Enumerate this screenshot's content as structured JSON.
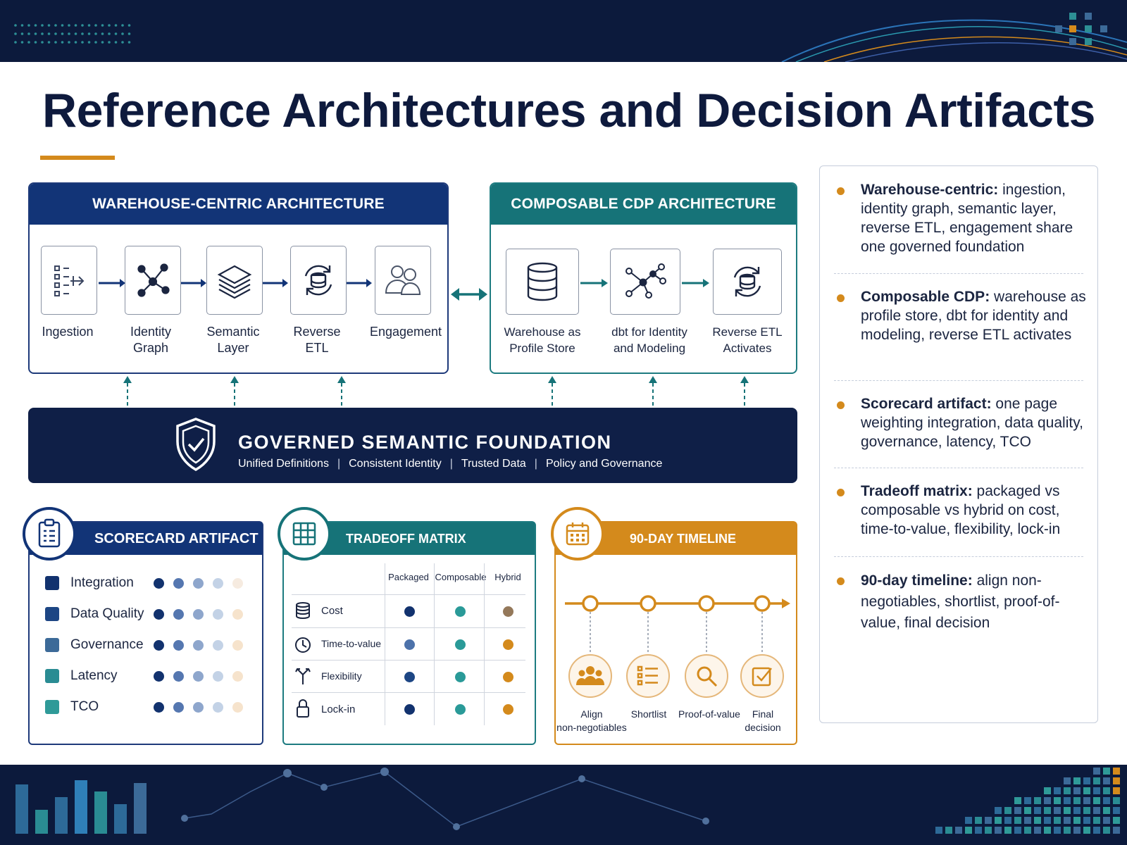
{
  "title": "Reference Architectures and Decision Artifacts",
  "colors": {
    "navy": "#123477",
    "teal": "#167378",
    "gold": "#d48a1c",
    "dark": "#0f1f47"
  },
  "warehouse": {
    "title": "WAREHOUSE-CENTRIC ARCHITECTURE",
    "steps": [
      {
        "label": "Ingestion",
        "icon": "ingestion-icon"
      },
      {
        "label": "Identity\nGraph",
        "icon": "graph-icon"
      },
      {
        "label": "Semantic\nLayer",
        "icon": "layers-icon"
      },
      {
        "label": "Reverse\nETL",
        "icon": "sync-db-icon"
      },
      {
        "label": "Engagement",
        "icon": "users-icon"
      }
    ]
  },
  "composable": {
    "title": "COMPOSABLE CDP ARCHITECTURE",
    "steps": [
      {
        "label": "Warehouse as\nProfile Store",
        "icon": "database-icon"
      },
      {
        "label": "dbt for Identity\nand Modeling",
        "icon": "graph-icon"
      },
      {
        "label": "Reverse ETL\nActivates",
        "icon": "sync-db-icon"
      }
    ]
  },
  "foundation": {
    "title": "GOVERNED SEMANTIC FOUNDATION",
    "items": [
      "Unified Definitions",
      "Consistent Identity",
      "Trusted Data",
      "Policy and Governance"
    ]
  },
  "scorecard": {
    "title": "SCORECARD ARTIFACT",
    "rows": [
      {
        "name": "Integration",
        "color": "#12326e"
      },
      {
        "name": "Data Quality",
        "color": "#1d4684"
      },
      {
        "name": "Governance",
        "color": "#3c6a98"
      },
      {
        "name": "Latency",
        "color": "#2a8c93"
      },
      {
        "name": "TCO",
        "color": "#2f9a98"
      }
    ],
    "dot_colors": [
      "#12326e",
      "#5577b0",
      "#8ea6cc",
      "#c3d2e6",
      "#f6e7d6"
    ]
  },
  "matrix": {
    "title": "TRADEOFF MATRIX",
    "columns": [
      "Packaged",
      "Composable",
      "Hybrid"
    ],
    "rows": [
      {
        "label": "Cost",
        "icon": "database-icon",
        "colors": [
          "#12326e",
          "#2a9a98",
          "#94785a"
        ]
      },
      {
        "label": "Time-to-value",
        "icon": "clock-icon",
        "colors": [
          "#4d72aa",
          "#2a9a98",
          "#d48a1c"
        ]
      },
      {
        "label": "Flexibility",
        "icon": "branch-icon",
        "colors": [
          "#1d4684",
          "#2a9a98",
          "#d48a1c"
        ]
      },
      {
        "label": "Lock-in",
        "icon": "lock-icon",
        "colors": [
          "#12326e",
          "#2a9a98",
          "#d48a1c"
        ]
      }
    ]
  },
  "timeline": {
    "title": "90-DAY TIMELINE",
    "steps": [
      {
        "label": "Align\nnon-negotiables",
        "icon": "team-icon"
      },
      {
        "label": "Shortlist",
        "icon": "list-icon"
      },
      {
        "label": "Proof-of-value",
        "icon": "magnifier-icon"
      },
      {
        "label": "Final\ndecision",
        "icon": "checkbox-icon"
      }
    ]
  },
  "summary": [
    {
      "term": "Warehouse-centric:",
      "text": " ingestion, identity graph, semantic layer, reverse ETL, engagement share one governed foundation"
    },
    {
      "term": "Composable CDP:",
      "text": " warehouse as profile store, dbt for identity and modeling, reverse ETL activates"
    },
    {
      "term": "Scorecard artifact:",
      "text": " one page weighting integration, data quality, governance, latency, TCO"
    },
    {
      "term": "Tradeoff matrix:",
      "text": " packaged vs composable vs hybrid on cost, time-to-value, flexibility, lock-in"
    },
    {
      "term": "90-day timeline:",
      "text": " align non-negotiables, shortlist, proof-of-value, final decision"
    }
  ]
}
